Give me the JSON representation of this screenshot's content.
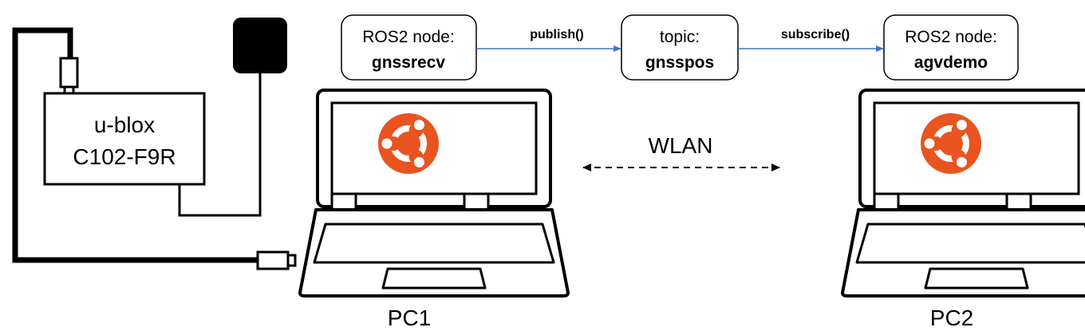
{
  "device": {
    "line1": "u-blox",
    "line2": "C102-F9R"
  },
  "nodes": [
    {
      "id": "gnssrecv",
      "line1": "ROS2 node:",
      "line2": "gnssrecv"
    },
    {
      "id": "gnsspos",
      "line1": "topic:",
      "line2": "gnsspos"
    },
    {
      "id": "agvdemo",
      "line1": "ROS2 node:",
      "line2": "agvdemo"
    }
  ],
  "arrows": {
    "publish": "publish()",
    "subscribe": "subscribe()"
  },
  "network": {
    "label": "WLAN"
  },
  "computers": [
    {
      "label": "PC1"
    },
    {
      "label": "PC2"
    }
  ],
  "colors": {
    "arrow": "#4472C4",
    "ubuntu": "#E95420",
    "line": "#000000",
    "background": "#ffffff"
  }
}
